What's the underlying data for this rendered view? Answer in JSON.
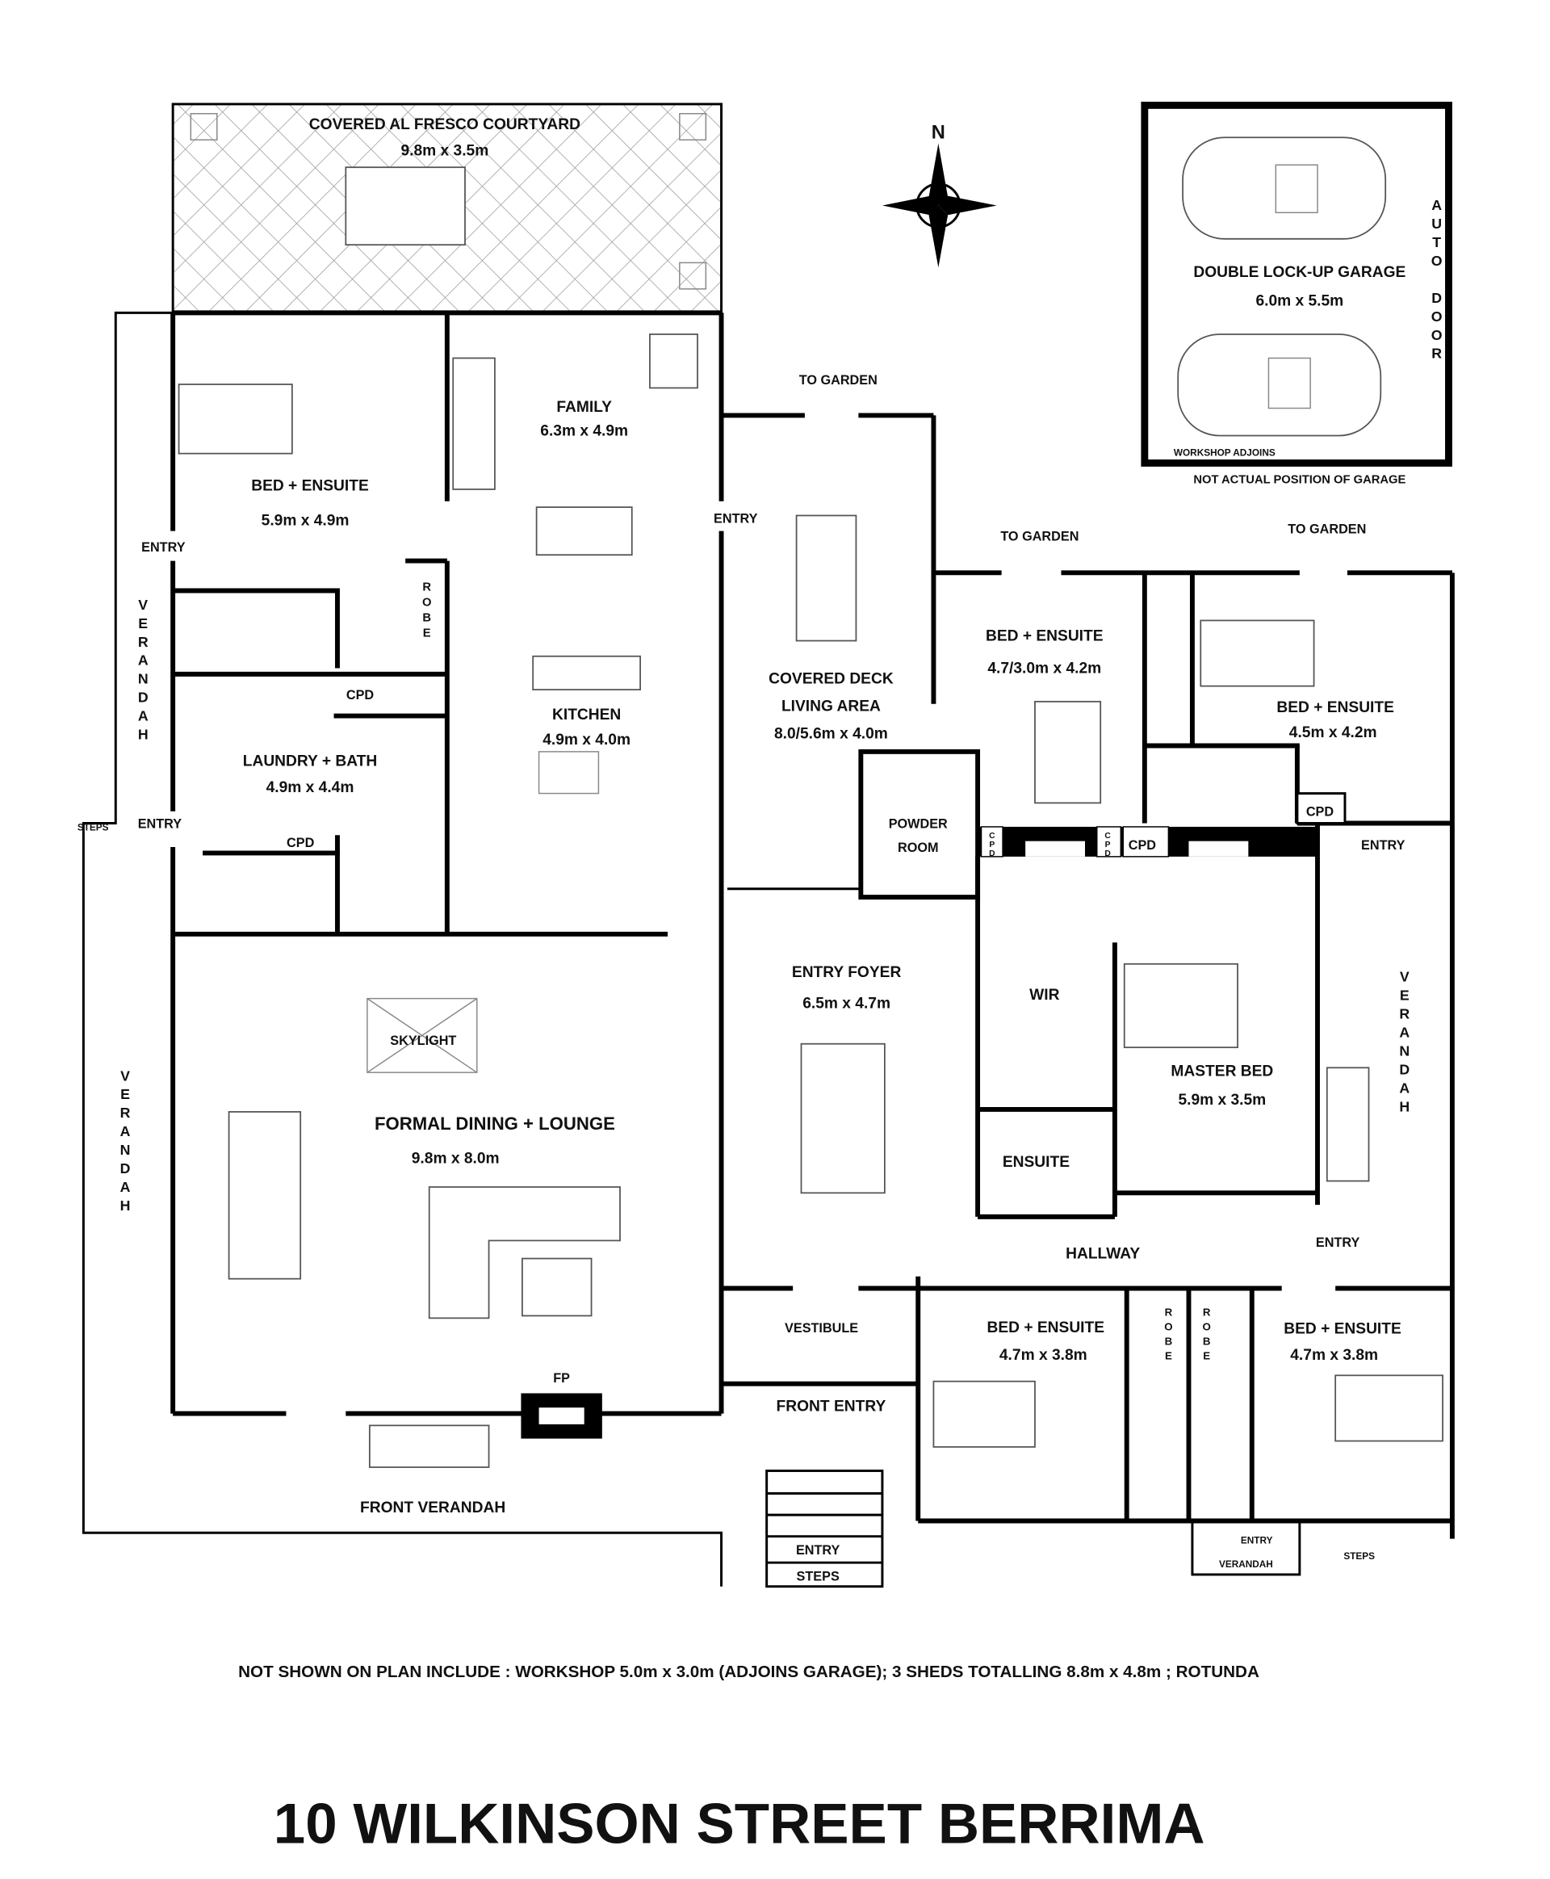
{
  "title": "10 WILKINSON STREET BERRIMA",
  "footer_note": "NOT SHOWN ON PLAN INCLUDE : WORKSHOP 5.0m x 3.0m (ADJOINS GARAGE); 3 SHEDS TOTALLING 8.8m x 4.8m ; ROTUNDA",
  "compass": {
    "north": "N"
  },
  "rooms": {
    "courtyard": {
      "name": "COVERED AL FRESCO COURTYARD",
      "size": "9.8m x 3.5m"
    },
    "family": {
      "name": "FAMILY",
      "size": "6.3m x 4.9m"
    },
    "bed_nw": {
      "name": "BED + ENSUITE",
      "size": "5.9m x 4.9m"
    },
    "kitchen": {
      "name": "KITCHEN",
      "size": "4.9m x 4.0m"
    },
    "laundry": {
      "name": "LAUNDRY + BATH",
      "size": "4.9m x 4.4m"
    },
    "deck": {
      "name1": "COVERED DECK",
      "name2": "LIVING AREA",
      "size": "8.0/5.6m x 4.0m"
    },
    "bed_ne1": {
      "name": "BED + ENSUITE",
      "size": "4.7/3.0m x 4.2m"
    },
    "bed_ne2": {
      "name": "BED + ENSUITE",
      "size": "4.5m x 4.2m"
    },
    "garage": {
      "name": "DOUBLE LOCK-UP GARAGE",
      "size": "6.0m x 5.5m",
      "door": "AUTO DOOR",
      "workshop": "WORKSHOP ADJOINS",
      "note": "NOT ACTUAL POSITION OF GARAGE"
    },
    "powder": {
      "name1": "POWDER",
      "name2": "ROOM"
    },
    "foyer": {
      "name": "ENTRY FOYER",
      "size": "6.5m x 4.7m"
    },
    "wir": {
      "name": "WIR"
    },
    "master": {
      "name": "MASTER BED",
      "size": "5.9m x 3.5m"
    },
    "master_ensuite": {
      "name": "ENSUITE"
    },
    "formal": {
      "name": "FORMAL DINING + LOUNGE",
      "size": "9.8m x 8.0m",
      "skylight": "SKYLIGHT",
      "fireplace": "FP"
    },
    "hallway": {
      "name": "HALLWAY"
    },
    "vestibule": {
      "name": "VESTIBULE"
    },
    "front_entry": {
      "name": "FRONT ENTRY"
    },
    "bed_s1": {
      "name": "BED + ENSUITE",
      "size": "4.7m x 3.8m"
    },
    "bed_s2": {
      "name": "BED + ENSUITE",
      "size": "4.7m x 3.8m"
    },
    "front_verandah": {
      "name": "FRONT VERANDAH"
    },
    "entry_steps": {
      "line1": "ENTRY",
      "line2": "STEPS"
    }
  },
  "labels": {
    "entry": "ENTRY",
    "to_garden": "TO GARDEN",
    "verandah": "VERANDAH",
    "robe": "ROBE",
    "cpd": "CPD",
    "steps": "STEPS"
  }
}
